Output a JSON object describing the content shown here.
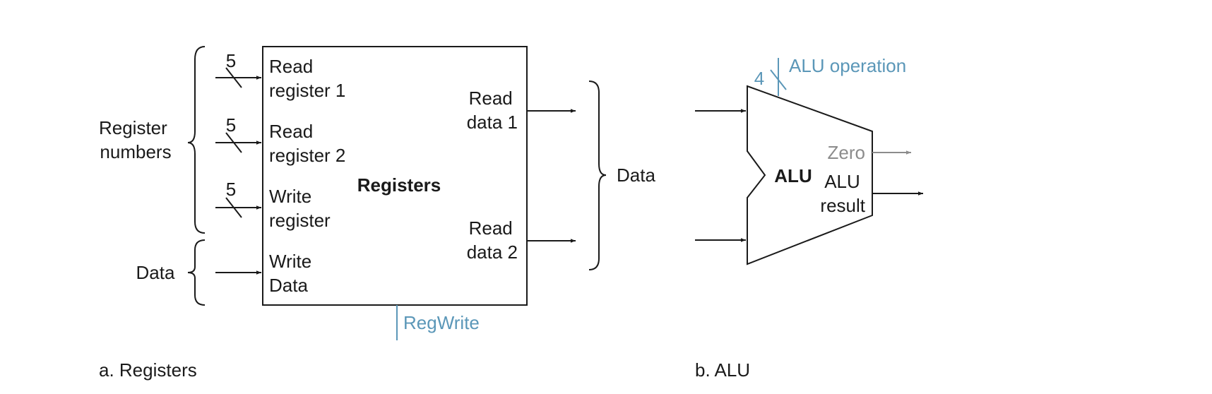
{
  "registers": {
    "block_label": "Registers",
    "inputs": {
      "read_register_1": [
        "Read",
        "register 1"
      ],
      "read_register_2": [
        "Read",
        "register 2"
      ],
      "write_register": [
        "Write",
        "register"
      ],
      "write_data": [
        "Write",
        "Data"
      ]
    },
    "bus_width": "5",
    "outputs": {
      "read_data_1": [
        "Read",
        "data 1"
      ],
      "read_data_2": [
        "Read",
        "data 2"
      ]
    },
    "group_register_numbers": [
      "Register",
      "numbers"
    ],
    "group_data_in": "Data",
    "group_data_out": "Data",
    "control": "RegWrite",
    "caption": "a. Registers"
  },
  "alu": {
    "block_label": "ALU",
    "control": "ALU operation",
    "control_width": "4",
    "zero": "Zero",
    "result": [
      "ALU",
      "result"
    ],
    "caption": "b. ALU"
  },
  "colors": {
    "control": "#5b97b8",
    "zero": "#8c8c8c",
    "line": "#1a1a1a"
  }
}
